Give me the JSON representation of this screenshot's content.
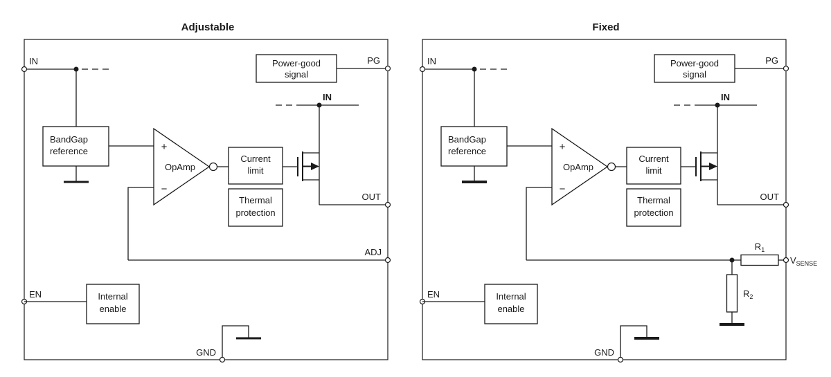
{
  "colors": {
    "stroke": "#1a1a1a",
    "background": "#ffffff"
  },
  "adjustable": {
    "title": "Adjustable",
    "pin_in": "IN",
    "pin_pg": "PG",
    "pin_in_top": "IN",
    "pin_out": "OUT",
    "pin_adj": "ADJ",
    "pin_en": "EN",
    "pin_gnd": "GND",
    "power_good": {
      "line1": "Power-good",
      "line2": "signal"
    },
    "bandgap": {
      "line1": "BandGap",
      "line2": "reference"
    },
    "opamp": {
      "label": "OpAmp",
      "plus": "+",
      "minus": "−"
    },
    "current_limit": {
      "line1": "Current",
      "line2": "limit"
    },
    "thermal": {
      "line1": "Thermal",
      "line2": "protection"
    },
    "internal_enable": {
      "line1": "Internal",
      "line2": "enable"
    }
  },
  "fixed": {
    "title": "Fixed",
    "pin_in": "IN",
    "pin_pg": "PG",
    "pin_in_top": "IN",
    "pin_out": "OUT",
    "pin_en": "EN",
    "pin_gnd": "GND",
    "pin_vsense": {
      "base": "V",
      "sub": "SENSE"
    },
    "r1": {
      "base": "R",
      "sub": "1"
    },
    "r2": {
      "base": "R",
      "sub": "2"
    },
    "power_good": {
      "line1": "Power-good",
      "line2": "signal"
    },
    "bandgap": {
      "line1": "BandGap",
      "line2": "reference"
    },
    "opamp": {
      "label": "OpAmp",
      "plus": "+",
      "minus": "−"
    },
    "current_limit": {
      "line1": "Current",
      "line2": "limit"
    },
    "thermal": {
      "line1": "Thermal",
      "line2": "protection"
    },
    "internal_enable": {
      "line1": "Internal",
      "line2": "enable"
    }
  }
}
